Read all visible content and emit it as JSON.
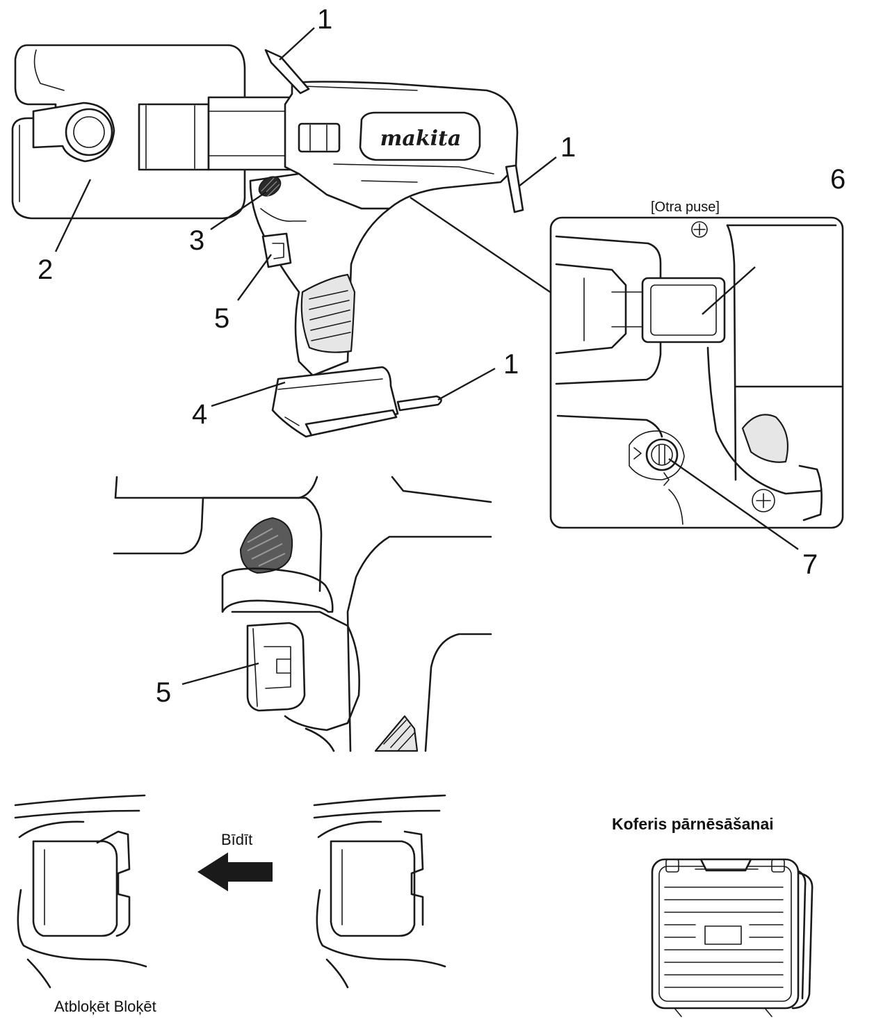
{
  "brand": {
    "logo_text": "makita"
  },
  "callouts": {
    "item_1": "1",
    "item_2": "2",
    "item_3": "3",
    "item_4": "4",
    "item_5": "5",
    "item_6": "6",
    "item_7": "7"
  },
  "inset": {
    "caption": "[Otra puse]"
  },
  "lock_diagram": {
    "arrow_label": "Bīdīt",
    "bottom_caption": "Atbloķēt Bloķēt"
  },
  "carrying_case": {
    "title": "Koferis pārnēsāšanai"
  },
  "colors": {
    "line": "#1a1a1a",
    "fill": "#ffffff",
    "shade": "#e6e6e6",
    "arrow": "#1a1a1a"
  }
}
